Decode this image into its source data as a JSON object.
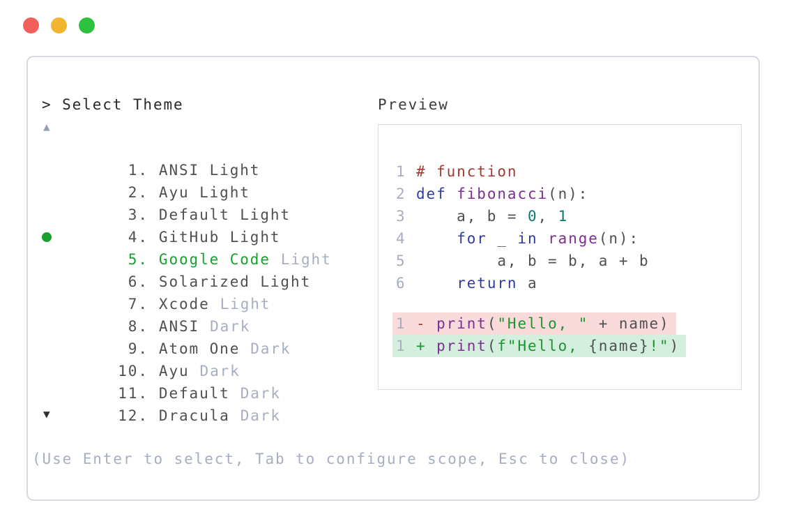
{
  "window": {
    "traffic_lights": [
      {
        "name": "close",
        "color": "#f2605c"
      },
      {
        "name": "minimize",
        "color": "#f3b52f"
      },
      {
        "name": "zoom",
        "color": "#2cc240"
      }
    ]
  },
  "theme_selector": {
    "prompt": "> Select Theme",
    "scroll_up_symbol": "▲",
    "scroll_down_symbol": "▼",
    "items": [
      {
        "num": " 1.",
        "name": "ANSI Light",
        "suffix": ""
      },
      {
        "num": " 2.",
        "name": "Ayu Light",
        "suffix": ""
      },
      {
        "num": " 3.",
        "name": "Default Light",
        "suffix": ""
      },
      {
        "num": " 4.",
        "name": "GitHub Light",
        "suffix": ""
      },
      {
        "num": " 5.",
        "name": "Google Code",
        "suffix": "Light",
        "selected": true
      },
      {
        "num": " 6.",
        "name": "Solarized Light",
        "suffix": ""
      },
      {
        "num": " 7.",
        "name": "Xcode",
        "suffix": "Light"
      },
      {
        "num": " 8.",
        "name": "ANSI",
        "suffix": "Dark"
      },
      {
        "num": " 9.",
        "name": "Atom One",
        "suffix": "Dark"
      },
      {
        "num": "10.",
        "name": "Ayu",
        "suffix": "Dark"
      },
      {
        "num": "11.",
        "name": "Default",
        "suffix": "Dark"
      },
      {
        "num": "12.",
        "name": "Dracula",
        "suffix": "Dark"
      }
    ],
    "hint": "(Use Enter to select, Tab to configure scope, Esc to close)"
  },
  "preview": {
    "label": "Preview",
    "code_lines": [
      {
        "number": "1",
        "tokens": [
          {
            "c": "cmt",
            "t": "# function"
          }
        ]
      },
      {
        "number": "2",
        "tokens": [
          {
            "c": "kw",
            "t": "def"
          },
          {
            "c": "pln",
            "t": " "
          },
          {
            "c": "fn",
            "t": "fibonacci"
          },
          {
            "c": "pln",
            "t": "(n):"
          }
        ]
      },
      {
        "number": "3",
        "tokens": [
          {
            "c": "pln",
            "t": "    a, b = "
          },
          {
            "c": "lit",
            "t": "0"
          },
          {
            "c": "pln",
            "t": ", "
          },
          {
            "c": "lit",
            "t": "1"
          }
        ]
      },
      {
        "number": "4",
        "tokens": [
          {
            "c": "pln",
            "t": "    "
          },
          {
            "c": "kw",
            "t": "for"
          },
          {
            "c": "pln",
            "t": " _ "
          },
          {
            "c": "kw",
            "t": "in"
          },
          {
            "c": "pln",
            "t": " "
          },
          {
            "c": "fn",
            "t": "range"
          },
          {
            "c": "pln",
            "t": "(n):"
          }
        ]
      },
      {
        "number": "5",
        "tokens": [
          {
            "c": "pln",
            "t": "        a, b = b, a + b"
          }
        ]
      },
      {
        "number": "6",
        "tokens": [
          {
            "c": "pln",
            "t": "    "
          },
          {
            "c": "kw",
            "t": "return"
          },
          {
            "c": "pln",
            "t": " a"
          }
        ]
      }
    ],
    "diff_lines": [
      {
        "number": "1",
        "kind": "removed",
        "tokens": [
          {
            "c": "del",
            "t": "- "
          },
          {
            "c": "fn",
            "t": "print"
          },
          {
            "c": "pln",
            "t": "("
          },
          {
            "c": "str",
            "t": "\"Hello, \""
          },
          {
            "c": "pln",
            "t": " + name)"
          }
        ]
      },
      {
        "number": "1",
        "kind": "added",
        "tokens": [
          {
            "c": "add",
            "t": "+ "
          },
          {
            "c": "fn",
            "t": "print"
          },
          {
            "c": "pln",
            "t": "("
          },
          {
            "c": "str",
            "t": "f\"Hello, "
          },
          {
            "c": "pln",
            "t": "{name}"
          },
          {
            "c": "str",
            "t": "!\""
          },
          {
            "c": "pln",
            "t": ")"
          }
        ]
      }
    ]
  },
  "colors": {
    "window_border": "#d6dae3",
    "preview_border": "#d9dce2",
    "text_dark": "#4e5054",
    "text_muted": "#a6afbf",
    "selected_green": "#18a12f",
    "keyword_blue": "#2d3ba3",
    "function_purple": "#7e2d93",
    "literal_teal": "#0b7a6e",
    "comment_red": "#a33b31",
    "string_green": "#1e9330",
    "diff_removed_bg": "#f9dbdb",
    "diff_added_bg": "#d4efde"
  }
}
